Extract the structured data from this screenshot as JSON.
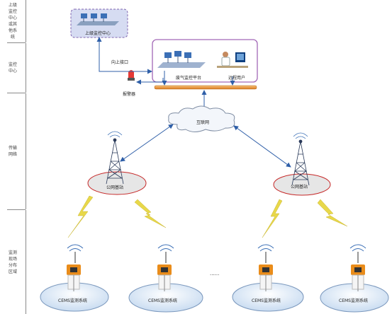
{
  "tiers": [
    {
      "label": "上级监控中心或其他系统"
    },
    {
      "label": "监控中心"
    },
    {
      "label": "传输网络"
    },
    {
      "label": "监测现场分布区域"
    }
  ],
  "nodes": {
    "upper_center": "上级监控中心",
    "upload_interface": "向上接口",
    "alarm": "报警器",
    "platform": "废气监控平台",
    "user": "远程用户",
    "internet": "互联网",
    "base_station_left": "公网基站",
    "base_station_right": "公网基站",
    "ellipsis": "......",
    "monitor_systems": [
      "CEMS监测系统",
      "CEMS监测系统",
      "CEMS监测系统",
      "CEMS监测系统"
    ]
  },
  "colors": {
    "arrow": "#2f5fa8",
    "lightning": "#e8d84a",
    "base_fill": "#e6e6e6",
    "base_stroke": "#c62828",
    "cloud_fill": "#f3f6fb",
    "center_box_stroke": "#a267b6",
    "bus_bar": "#e99a3c",
    "pool_fill": "#dce8f6",
    "device": "#e98c1a"
  }
}
